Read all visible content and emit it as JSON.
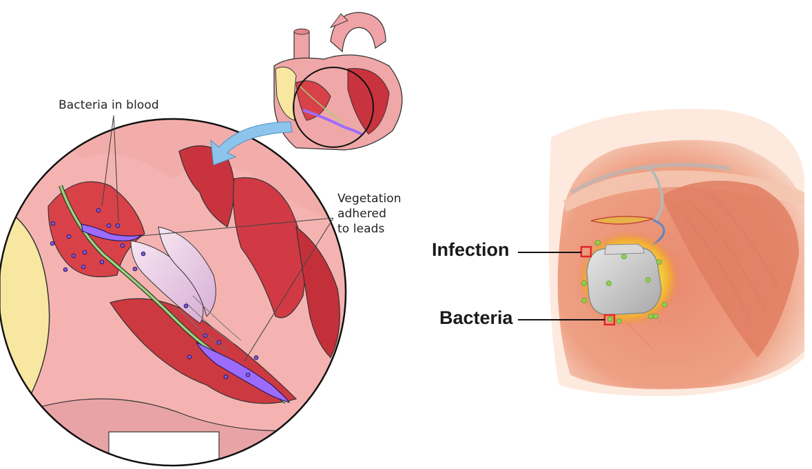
{
  "labels": {
    "bacteria_in_blood": "Bacteria in blood",
    "vegetation_line1": "Vegetation",
    "vegetation_line2": "adhered",
    "vegetation_line3": "to leads",
    "infection": "Infection",
    "bacteria": "Bacteria"
  },
  "colors": {
    "heart_tissue_light": "#f2a8a8",
    "heart_tissue_dark": "#c9333d",
    "fat_tissue": "#f7e7a0",
    "lead_wire": "#9bd37a",
    "vegetation": "#9b6cff",
    "bacteria_dot": "#6b4bd8",
    "arrow": "#8cc4ec",
    "muscle": "#e6866c",
    "device": "#c9c9c9",
    "infection_glow": "#f0c52a",
    "bacteria_green": "#8fd14f",
    "marker_red": "#e0242a"
  }
}
